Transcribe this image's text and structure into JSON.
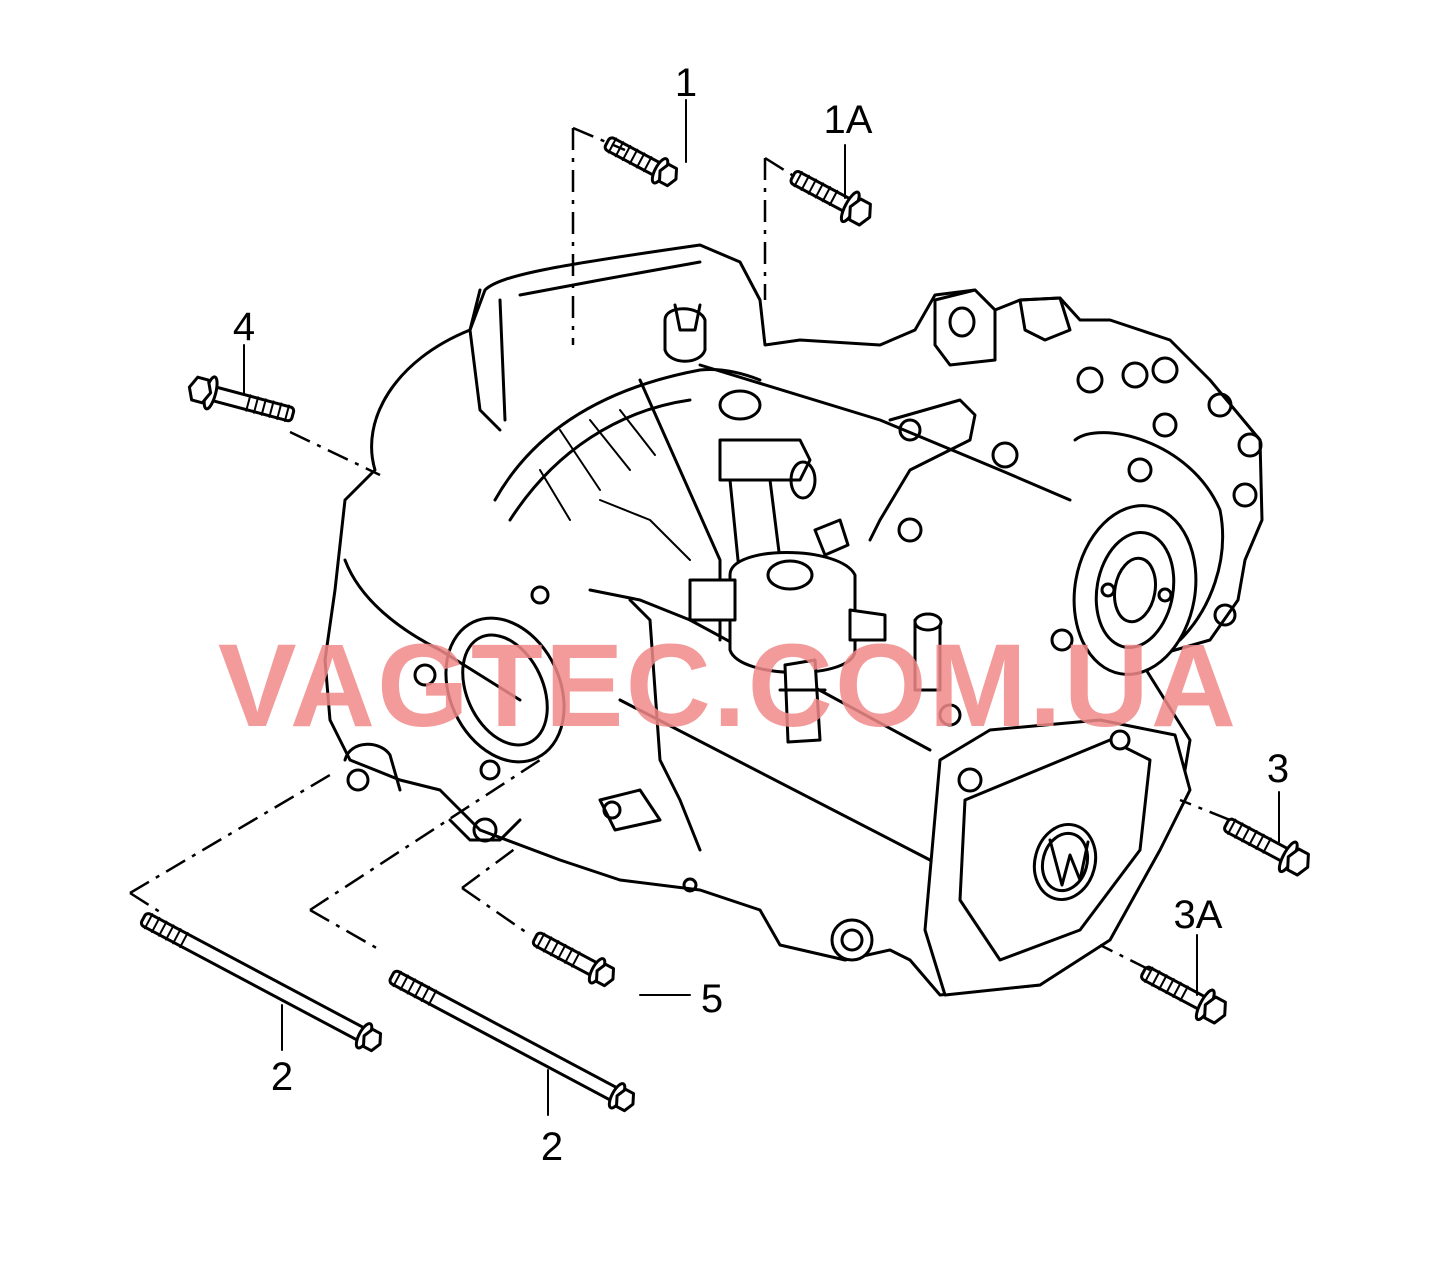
{
  "diagram": {
    "labels": [
      "1",
      "1A",
      "4",
      "3",
      "3A",
      "5",
      "2",
      "2"
    ],
    "watermark": "VAGTEC.COM.UA",
    "watermark_color": "#f28a8a"
  }
}
